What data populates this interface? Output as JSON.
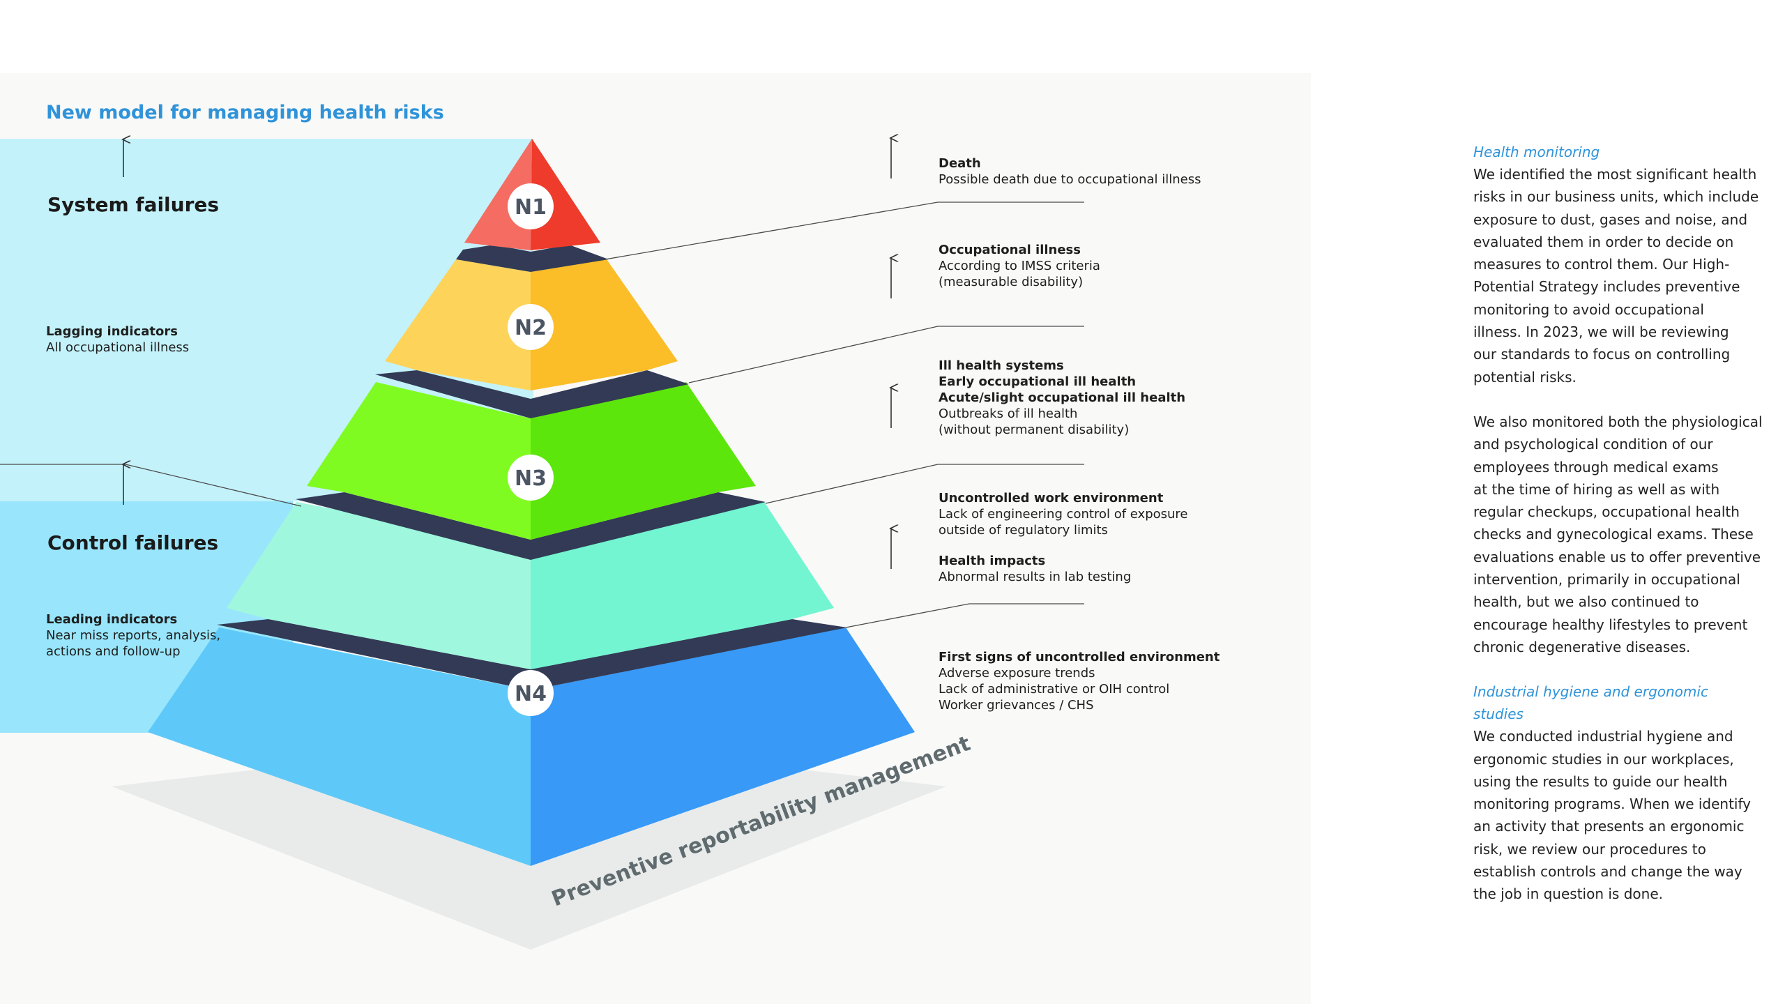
{
  "diagram": {
    "title": "New model for managing health risks",
    "base_label": "Preventive reportability management",
    "levels": [
      {
        "id": "N1",
        "label": "N1",
        "color_left": "#f56d62",
        "color_right": "#ee3b2b"
      },
      {
        "id": "N2",
        "label": "N2",
        "color_left": "#fdd35a",
        "color_right": "#fbbd28"
      },
      {
        "id": "N3",
        "label": "N3",
        "color_left": "#80fb22",
        "color_right": "#5ce60b"
      },
      {
        "id": "N4a",
        "label": "",
        "color_left": "#9ff7dd",
        "color_right": "#72f5d0"
      },
      {
        "id": "N4",
        "label": "N4",
        "color_left": "#5ec9f9",
        "color_right": "#3899f6"
      }
    ],
    "left": {
      "system_failures": {
        "title": "System failures",
        "indicator_title": "Lagging indicators",
        "indicator_text": "All occupational illness"
      },
      "control_failures": {
        "title": "Control failures",
        "indicator_title": "Leading indicators",
        "indicator_lines": [
          "Near miss reports, analysis,",
          "actions and follow-up"
        ]
      }
    },
    "right": {
      "death": {
        "title": "Death",
        "lines": [
          "Possible death due to occupational illness"
        ]
      },
      "occupational_illness": {
        "title": "Occupational illness",
        "lines": [
          "According to IMSS criteria",
          "(measurable disability)"
        ]
      },
      "ill_health": {
        "bold_lines": [
          "Ill health systems",
          "Early occupational ill health",
          "Acute/slight occupational ill health"
        ],
        "lines": [
          "Outbreaks of ill health",
          "(without permanent disability)"
        ]
      },
      "uncontrolled": {
        "title": "Uncontrolled work environment",
        "lines": [
          "Lack of engineering control of exposure",
          "outside of regulatory limits"
        ]
      },
      "health_impacts": {
        "title": "Health impacts",
        "lines": [
          "Abnormal results in lab testing"
        ]
      },
      "first_signs": {
        "title": "First signs of uncontrolled environment",
        "lines": [
          "Adverse exposure trends",
          "Lack of administrative  or OIH control",
          "Worker grievances / CHS"
        ]
      }
    },
    "colors": {
      "title": "#2f93d9",
      "system_band": "#c4f2fa",
      "control_band": "#99e6fc",
      "divider": "#323a55",
      "base": "#e8ebea"
    }
  },
  "sidebar": {
    "health_monitoring_title": "Health monitoring",
    "health_monitoring_lines": [
      "We identified the most significant health",
      "risks in our business units, which include",
      "exposure to dust, gases and noise, and",
      "evaluated them in order to decide on",
      "measures to control them. Our High-",
      "Potential Strategy includes preventive",
      "monitoring to avoid occupational",
      "illness. In 2023, we will be reviewing",
      "our standards to focus on controlling",
      "potential risks."
    ],
    "monitoring_lines": [
      "We also monitored both the physiological",
      "and psychological condition of our",
      "employees through medical exams",
      "at the time of hiring as well as with",
      "regular checkups, occupational health",
      "checks and gynecological exams. These",
      "evaluations enable us to offer preventive",
      "intervention, primarily in occupational",
      "health, but we also continued to",
      "encourage healthy lifestyles to prevent",
      "chronic degenerative diseases."
    ],
    "industrial_title": "Industrial hygiene and ergonomic studies",
    "industrial_lines": [
      "We conducted industrial hygiene and",
      "ergonomic studies in our workplaces,",
      "using the results to guide our health",
      "monitoring programs. When we identify",
      "an activity that presents an ergonomic",
      "risk, we review our procedures to",
      "establish controls and change the way",
      "the job in question is done."
    ]
  }
}
